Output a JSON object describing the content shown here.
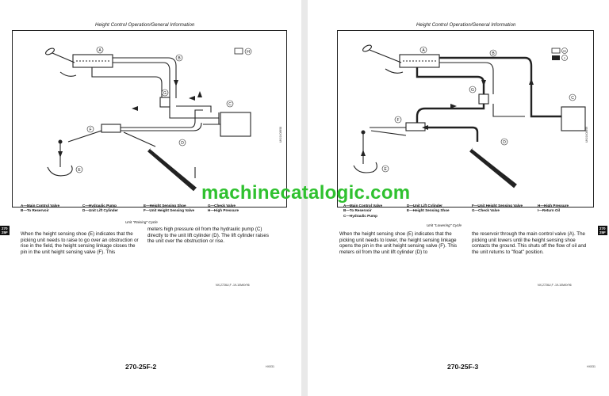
{
  "left": {
    "header": "Height Control Operation/General Information",
    "legend": [
      [
        "A—Main Control Valve",
        "C—Hydraulic Pump",
        "E—Height Sensing Shoe",
        "G—Check Valve"
      ],
      [
        "B—To Reservoir",
        "D—Unit Lift Cylinder",
        "F—Unit Height Sensing Valve",
        "H—High Pressure"
      ]
    ],
    "caption": "Unit \"Raising\" Cycle",
    "side_code": "UN01608958",
    "col1": "When the height sensing shoe (E) indicates that the picking unit needs to raise to go over an obstruction or rise in the field, the height sensing linkage closes the pin in the unit height sensing valve (F). This",
    "col2": "meters high pressure oil from the hydraulic pump (C) directly to the unit lift cylinder (D). The lift cylinder raises the unit over the obstruction or rise.",
    "ref": "NX,2726U,F     -19-10MAY96",
    "page_number": "270-25F-2",
    "footer_code": "HX031",
    "tab": "270\n25F"
  },
  "right": {
    "header": "Height Control Operation/General Information",
    "legend": [
      [
        "A—Main Control Valve",
        "D—Unit Lift Cylinder",
        "F—Unit Height Sensing Valve",
        "H—High Pressure"
      ],
      [
        "B—To Reservoir",
        "E—Height Sensing Shoe",
        "G—Check Valve",
        "I—Return Oil"
      ],
      [
        "C—Hydraulic Pump",
        "",
        "",
        ""
      ]
    ],
    "caption": "Unit \"Lowering\" Cycle",
    "side_code": "UN01608959",
    "col1": "When the height sensing shoe (E) indicates that the picking unit needs to lower, the height sensing linkage opens the pin in the unit height sensing valve (F). This meters oil from the unit lift cylinder (D) to",
    "col2": "the reservoir through the main control valve (A). The picking unit lowers until the height sensing shoe contacts the ground. This shuts off the flow of oil and the unit returns to \"float\" position.",
    "ref": "NX,2726U,F     -19-10MAY96",
    "page_number": "270-25F-3",
    "footer_code": "HX031",
    "tab": "270\n25F"
  },
  "watermark": "machinecatalogic.com",
  "diagram_labels": [
    "A",
    "B",
    "C",
    "D",
    "E",
    "F",
    "G",
    "H",
    "I"
  ]
}
